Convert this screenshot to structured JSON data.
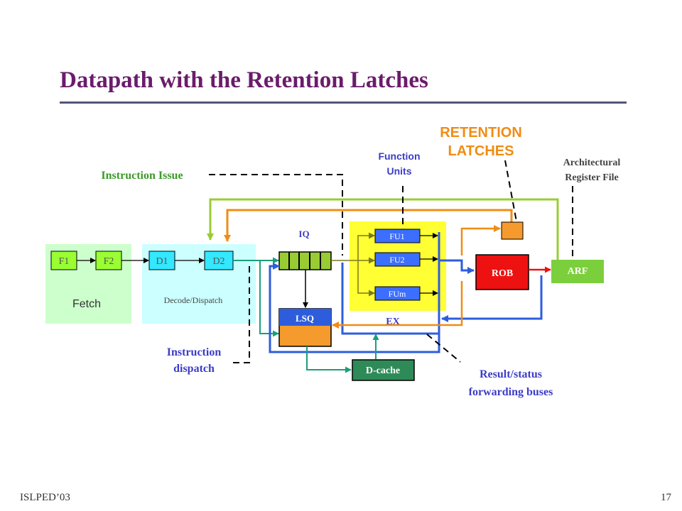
{
  "title": "Datapath with the Retention Latches",
  "footer": {
    "left": "ISLPED’03",
    "right": "17"
  },
  "stages": {
    "fetch_label": "Fetch",
    "decode_label": "Decode/Dispatch",
    "f1": "F1",
    "f2": "F2",
    "d1": "D1",
    "d2": "D2"
  },
  "blocks": {
    "iq": "IQ",
    "lsq": "LSQ",
    "fu1": "FU1",
    "fu2": "FU2",
    "fum": "FUm",
    "ex": "EX",
    "dcache": "D-cache",
    "rob": "ROB",
    "arf": "ARF"
  },
  "annotations": {
    "retention_line1": "RETENTION",
    "retention_line2": "LATCHES",
    "function_units_line1": "Function",
    "function_units_line2": "Units",
    "arch_rf_line1": "Architectural",
    "arch_rf_line2": "Register File",
    "instruction_issue": "Instruction Issue",
    "instr_dispatch_line1": "Instruction",
    "instr_dispatch_line2": "dispatch",
    "result_line1": "Result/status",
    "result_line2": "forwarding buses"
  },
  "colors": {
    "title": "#6b1c6b",
    "label_green": "#3c9a28",
    "label_blue": "#3c3cc8",
    "label_orange": "#f08c14",
    "fetch_bg": "#ccffcc",
    "decode_bg": "#ccffff",
    "ex_bg": "#ffff33",
    "stage_green": "#99ff33",
    "stage_cyan": "#33e8ff",
    "fu_blue": "#3c6eff",
    "lsq_orange": "#f59a2c",
    "dcache_green": "#2e8b57",
    "rob_red": "#ee1111",
    "arf_green": "#7ccf3c",
    "latch_orange": "#f59a2c",
    "wire_blue": "#2d5ddd",
    "wire_orange": "#f08c14",
    "wire_lime": "#99cc33",
    "wire_teal": "#1a9e7a"
  }
}
